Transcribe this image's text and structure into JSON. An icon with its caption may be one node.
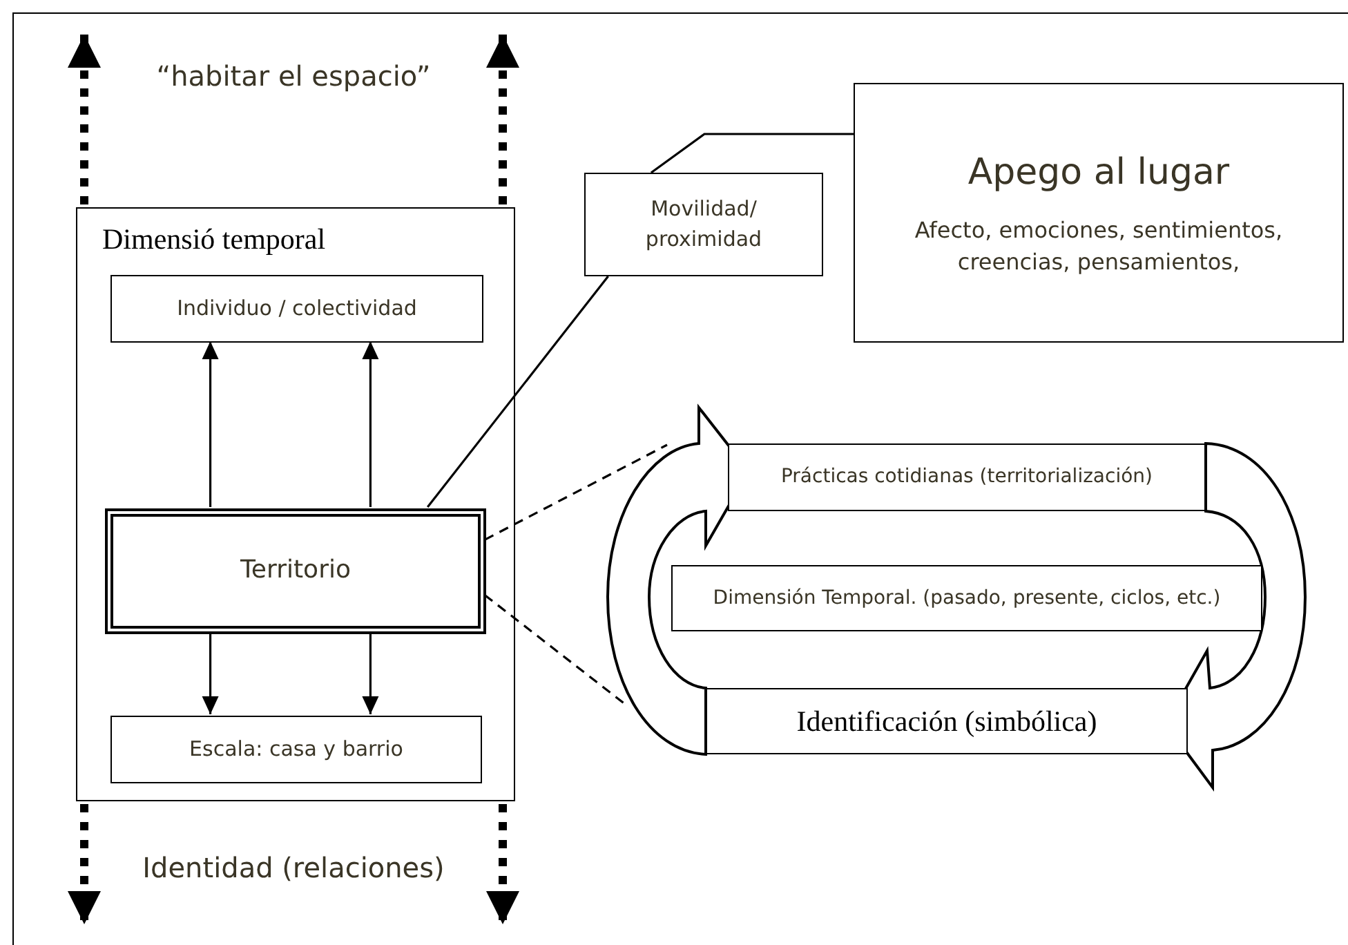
{
  "diagram": {
    "nodes": [
      {
        "text": [
          "Dimensió temporal"
        ]
      },
      {
        "text": [
          "Individuo / colectividad"
        ],
        "in": 0
      },
      {
        "text": [
          "Territorio"
        ],
        "in": 0
      },
      {
        "text": [
          "Escala: casa y barrio"
        ],
        "in": 0
      },
      {
        "text": [
          "Movilidad/ proximidad"
        ]
      },
      {
        "text": [
          "Apego al lugar",
          "Afecto, emociones, sentimientos, creencias, pensamientos,"
        ]
      },
      {
        "text": [
          "Prácticas cotidianas (territorialización)"
        ]
      },
      {
        "text": [
          "Dimensión Temporal. (pasado, presente, ciclos, etc.)"
        ]
      },
      {
        "text": [
          "Identificación (simbólica)"
        ]
      }
    ],
    "edges": [
      {
        "from": 2,
        "to": 1,
        "arrow": "to"
      },
      {
        "from": 2,
        "to": 1,
        "arrow": "to"
      },
      {
        "from": 2,
        "to": 3,
        "arrow": "to"
      },
      {
        "from": 2,
        "to": 3,
        "arrow": "to"
      },
      {
        "from": 2,
        "to": 4,
        "arrow": "none"
      },
      {
        "from": 4,
        "to": 5,
        "arrow": "none"
      },
      {
        "from": 2,
        "to": null,
        "arrow": "none",
        "style": "dashed"
      },
      {
        "from": 2,
        "to": null,
        "arrow": "none",
        "style": "dashed"
      },
      {
        "from": 8,
        "to": 6,
        "arrow": "to",
        "style": "thick"
      },
      {
        "from": 6,
        "to": 8,
        "arrow": "to",
        "style": "thick"
      },
      {
        "from": 0,
        "to": null,
        "arrow": "to",
        "style": "dashed"
      },
      {
        "from": 0,
        "to": null,
        "arrow": "to",
        "style": "dashed"
      },
      {
        "from": 0,
        "to": null,
        "arrow": "to",
        "style": "dashed"
      },
      {
        "from": 0,
        "to": null,
        "arrow": "to",
        "style": "dashed"
      }
    ],
    "labels": [
      "“habitar el espacio”",
      "Identidad (relaciones)"
    ]
  }
}
